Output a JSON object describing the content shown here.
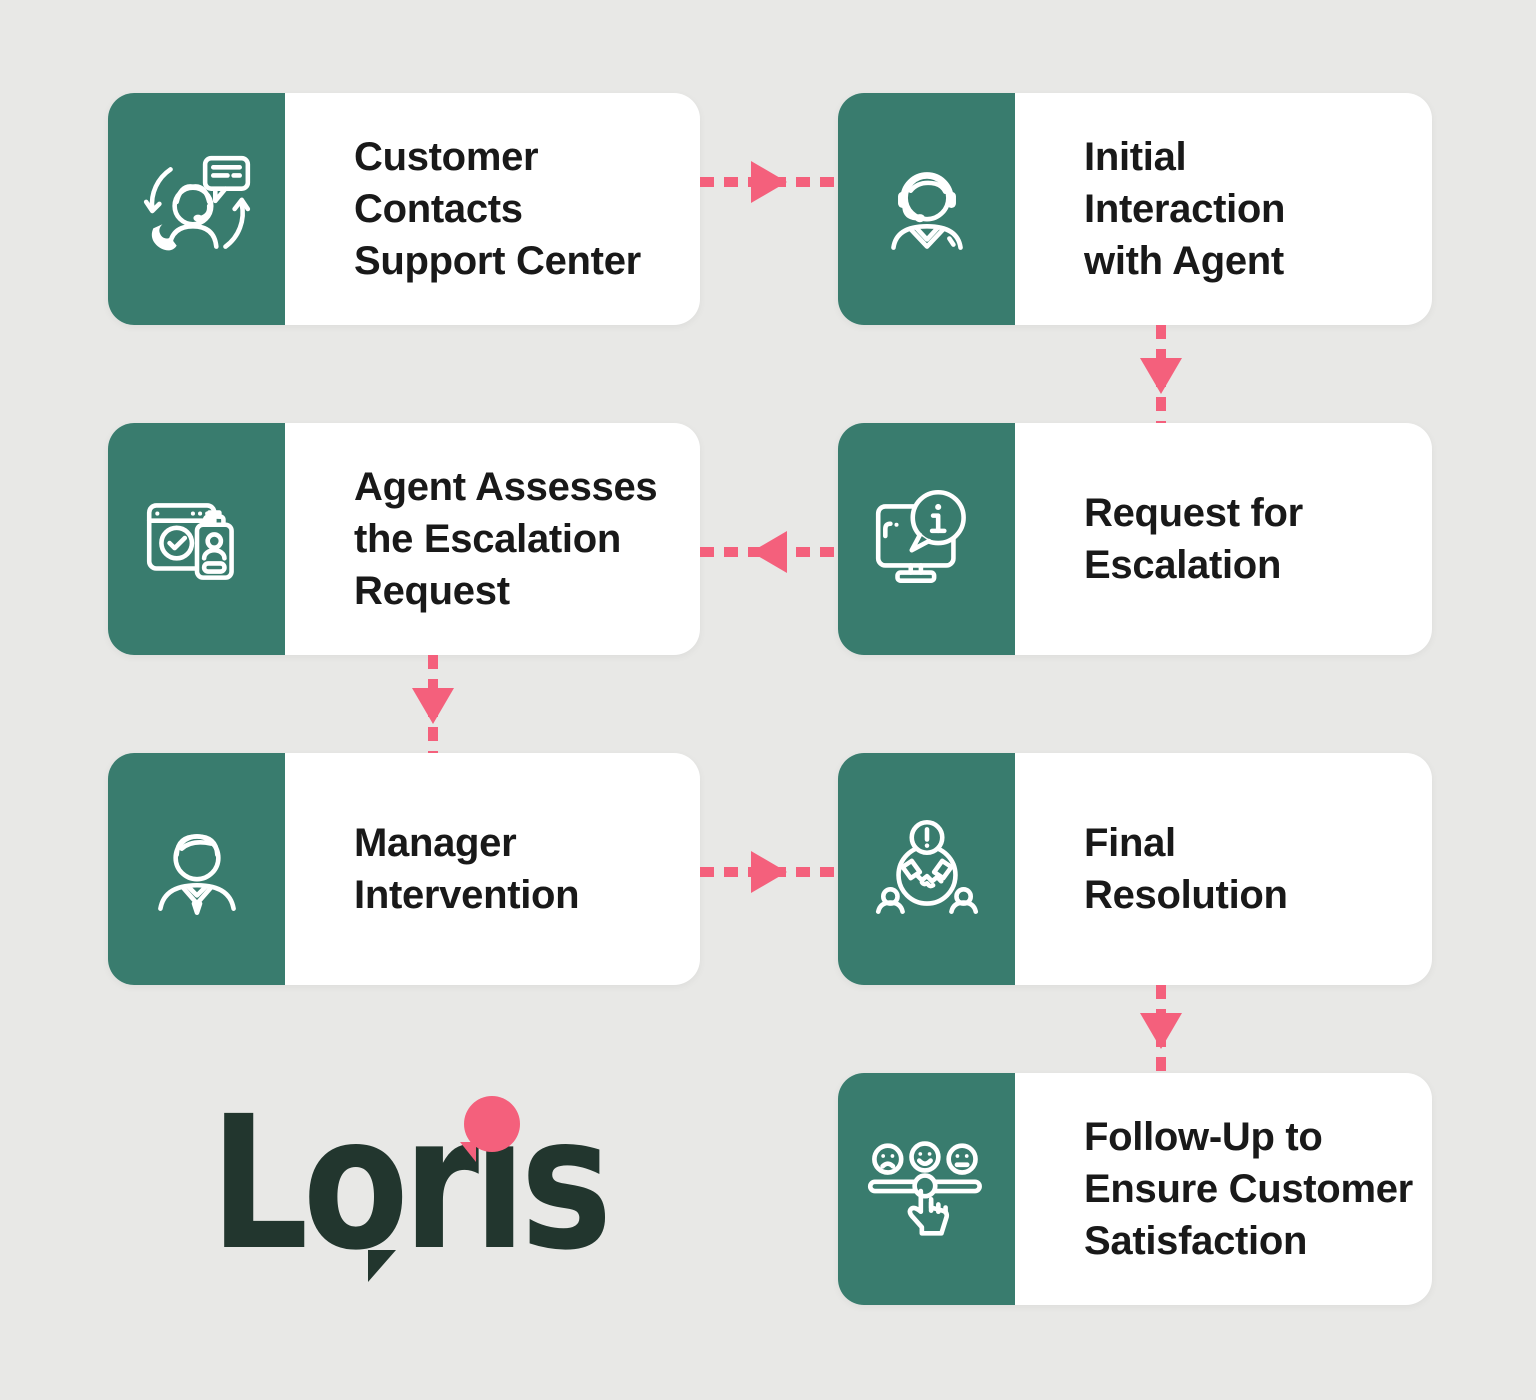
{
  "colors": {
    "teal": "#397C6E",
    "pink": "#F4607C",
    "text": "#191919",
    "card_background": "#FFFFFF",
    "page_background": "#E8E8E6",
    "logo_dark": "#22362E"
  },
  "cards": [
    {
      "id": "customer-contacts-support-center",
      "icon": "customer-support-icon",
      "lines": [
        "Customer",
        "Contacts",
        "Support Center"
      ]
    },
    {
      "id": "initial-interaction-with-agent",
      "icon": "agent-headset-icon",
      "lines": [
        "Initial",
        "Interaction",
        "with Agent"
      ]
    },
    {
      "id": "agent-assesses-the-escalation-request",
      "icon": "escalation-assessment-icon",
      "lines": [
        "Agent Assesses",
        "the Escalation",
        "Request"
      ]
    },
    {
      "id": "request-for-escalation",
      "icon": "escalation-request-icon",
      "lines": [
        "Request for",
        "Escalation"
      ]
    },
    {
      "id": "manager-intervention",
      "icon": "manager-icon",
      "lines": [
        "Manager",
        "Intervention"
      ]
    },
    {
      "id": "final-resolution",
      "icon": "handshake-resolution-icon",
      "lines": [
        "Final",
        "Resolution"
      ]
    },
    {
      "id": "follow-up-to-ensure-customer-satisfaction",
      "icon": "satisfaction-rating-icon",
      "lines": [
        "Follow-Up to",
        "Ensure Customer",
        "Satisfaction"
      ]
    }
  ],
  "arrows": [
    {
      "from": "customer-contacts-support-center",
      "to": "initial-interaction-with-agent",
      "direction": "right"
    },
    {
      "from": "initial-interaction-with-agent",
      "to": "request-for-escalation",
      "direction": "down"
    },
    {
      "from": "request-for-escalation",
      "to": "agent-assesses-the-escalation-request",
      "direction": "left"
    },
    {
      "from": "agent-assesses-the-escalation-request",
      "to": "manager-intervention",
      "direction": "down"
    },
    {
      "from": "manager-intervention",
      "to": "final-resolution",
      "direction": "right"
    },
    {
      "from": "final-resolution",
      "to": "follow-up-to-ensure-customer-satisfaction",
      "direction": "down"
    }
  ],
  "logo": {
    "text": "Loris"
  }
}
